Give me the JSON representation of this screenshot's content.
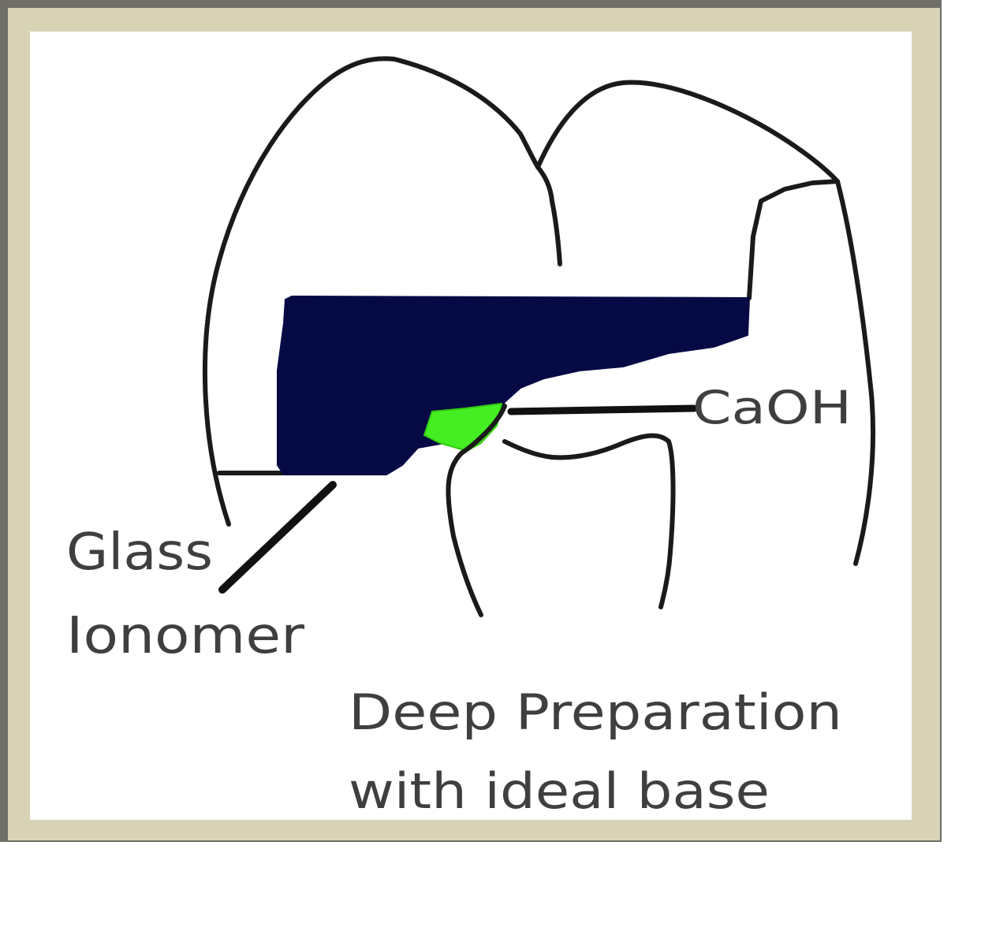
{
  "labels": {
    "caoh": "CaOH",
    "glass_line1": "Glass",
    "glass_line2": "Ionomer",
    "caption_line1": "Deep Preparation",
    "caption_line2": "with ideal base"
  },
  "colors": {
    "frame_outer": "#6f6f67",
    "frame_bevel": "#d9d3b6",
    "tooth_outline": "#1a1a1a",
    "glass_ionomer_fill": "#050a45",
    "caoh_fill": "#44ee22",
    "label_text": "#3f3f3f"
  }
}
